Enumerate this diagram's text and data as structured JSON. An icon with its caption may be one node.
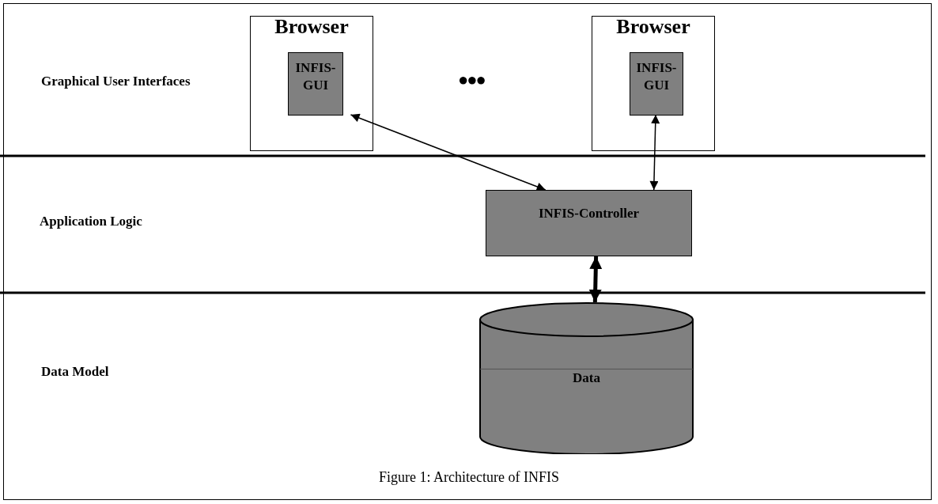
{
  "diagram": {
    "caption": "Figure 1: Architecture of INFIS",
    "nodes": [
      {
        "text": [
          "Browser"
        ]
      },
      {
        "text": [
          "INFIS-GUI"
        ],
        "in": 0
      },
      {
        "text": [
          "Browser"
        ]
      },
      {
        "text": [
          "INFIS-GUI"
        ],
        "in": 2
      },
      {
        "text": [
          "INFIS-Controller"
        ]
      },
      {
        "text": [
          "Data"
        ]
      }
    ],
    "edges": [
      {
        "from": 1,
        "to": 4,
        "arrow": "both"
      },
      {
        "from": 3,
        "to": 4,
        "arrow": "both"
      },
      {
        "from": 4,
        "to": 5,
        "arrow": "both",
        "style": "thick"
      }
    ],
    "labels": [
      "Graphical User Interfaces",
      "●●●",
      "Application Logic",
      "Data Model"
    ]
  }
}
